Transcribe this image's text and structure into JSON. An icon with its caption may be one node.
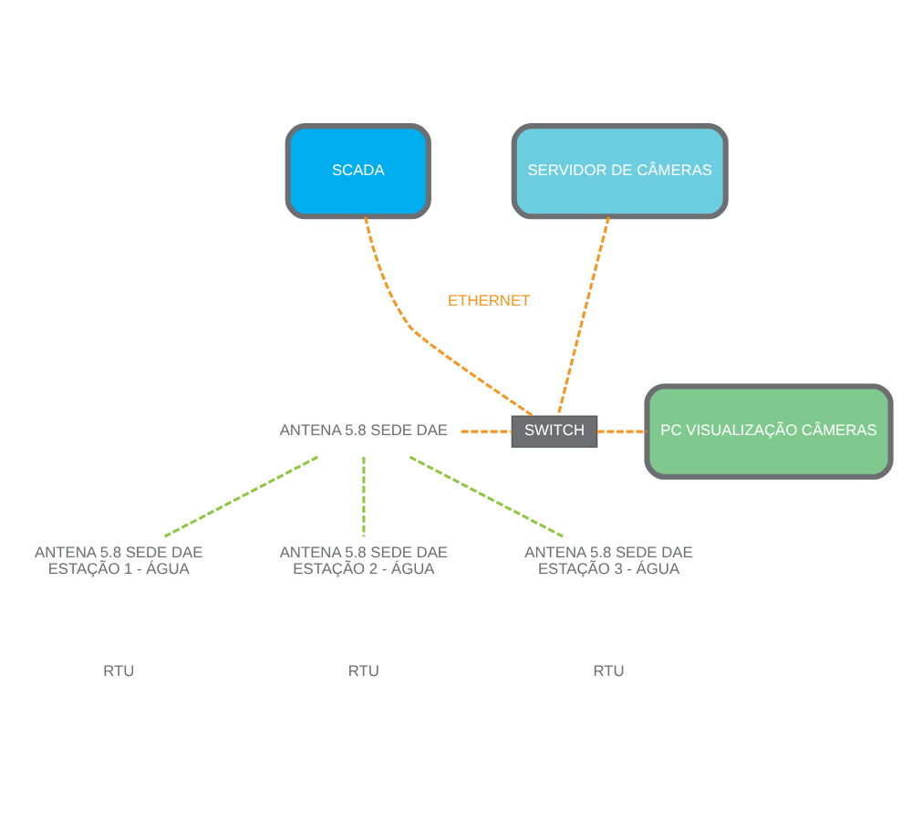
{
  "diagram": {
    "nodes": [
      {
        "text": [
          "SCADA"
        ]
      },
      {
        "text": [
          "SERVIDOR DE CÂMERAS"
        ]
      },
      {
        "text": [
          "SWITCH"
        ]
      },
      {
        "text": [
          "PC VISUALIZAÇÃO CÂMERAS"
        ]
      },
      {
        "text": [
          "ANTENA 5.8 SEDE DAE"
        ]
      },
      {
        "text": [
          "ANTENA 5.8 SEDE DAE"
        ],
        "beside": [
          "ESTAÇÃO 1 - ÁGUA"
        ]
      },
      {
        "text": [
          "ANTENA 5.8 SEDE DAE"
        ],
        "beside": [
          "ESTAÇÃO 2 - ÁGUA"
        ]
      },
      {
        "text": [
          "ANTENA 5.8 SEDE DAE"
        ],
        "beside": [
          "ESTAÇÃO 3 - ÁGUA"
        ]
      }
    ],
    "edges": [
      {
        "from": 0,
        "to": 2,
        "arrow": "none",
        "style": "dashed",
        "color": "#f7941d"
      },
      {
        "from": 1,
        "to": 2,
        "arrow": "none",
        "style": "dashed",
        "color": "#f7941d"
      },
      {
        "from": 4,
        "to": 2,
        "arrow": "none",
        "style": "dashed",
        "color": "#f7941d"
      },
      {
        "from": 2,
        "to": 3,
        "arrow": "none",
        "style": "dashed",
        "color": "#f7941d"
      },
      {
        "from": 4,
        "to": 5,
        "arrow": "none",
        "style": "dashed",
        "color": "#8dc63f"
      },
      {
        "from": 4,
        "to": 6,
        "arrow": "none",
        "style": "dashed",
        "color": "#8dc63f"
      },
      {
        "from": 4,
        "to": 7,
        "arrow": "none",
        "style": "dashed",
        "color": "#8dc63f"
      }
    ],
    "labels": [
      "ETHERNET",
      "RTU",
      "RTU",
      "RTU"
    ]
  }
}
